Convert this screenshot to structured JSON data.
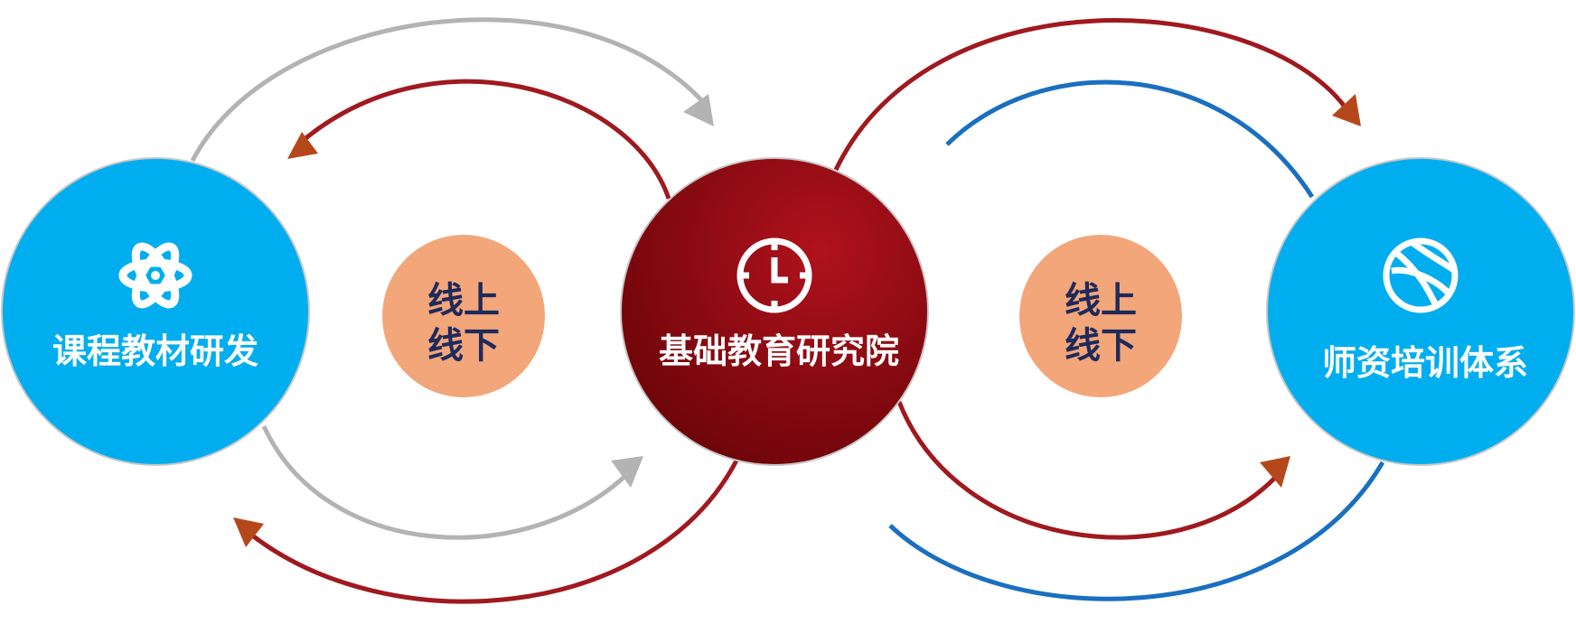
{
  "diagram": {
    "nodes": {
      "left": {
        "label": "课程教材研发",
        "icon": "atom-icon",
        "color": "#00aeef"
      },
      "center": {
        "label": "基础教育研究院",
        "icon": "clock-icon",
        "color": "#9b0e16"
      },
      "right": {
        "label": "师资培训体系",
        "icon": "basketball-icon",
        "color": "#00aeef"
      }
    },
    "connectors": [
      {
        "line1": "线上",
        "line2": "线下",
        "color": "#f2a67a"
      },
      {
        "line1": "线上",
        "line2": "线下",
        "color": "#f2a67a"
      }
    ],
    "arrow_colors": {
      "gray": "#b3b3b3",
      "red": "#a0191f",
      "blue": "#1a6fc0",
      "arrowhead": "#b5481a"
    }
  }
}
